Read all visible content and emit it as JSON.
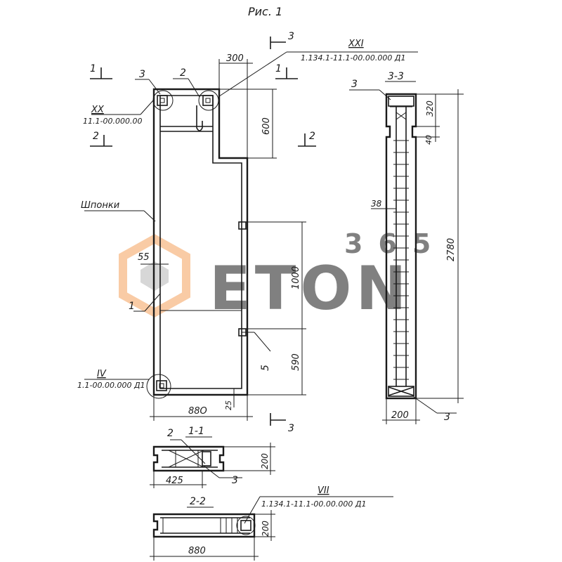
{
  "title": "Рис. 1",
  "cut_labels": {
    "cut1": "1",
    "cut2": "2",
    "cut3": "3"
  },
  "refs": {
    "xxi_mark": "XXI",
    "xxi_code": "1.134.1-11.1-00.00.000 Д1",
    "xx_mark": "XX",
    "xx_code": "11.1-00.000.00",
    "iv_mark": "IV",
    "iv_code": "1.1-00.00.000 Д1",
    "vii_mark": "VII",
    "vii_code": "1.134.1-11.1-00.00.000 Д1"
  },
  "callouts": {
    "c3_top": "3",
    "c2_top": "2",
    "c_keys": "Шпонки",
    "c1": "1",
    "c5": "5",
    "c3_section": "3",
    "c3_bottom": "3",
    "c2_s11": "2",
    "c3_s11": "3"
  },
  "dimensions": {
    "d300": "300",
    "d600": "600",
    "d55": "55",
    "d1000": "1000",
    "d590": "590",
    "d880": "88О",
    "d25": "25",
    "d320": "320",
    "d40": "40",
    "d38": "38",
    "d2780": "2780",
    "d200_section": "200",
    "d425": "425",
    "d200_s11": "200",
    "d880_s22": "880",
    "d200_s22": "200"
  },
  "section_titles": {
    "s33": "3-3",
    "s11": "1-1",
    "s22": "2-2"
  },
  "watermark": {
    "brand": "ETON",
    "number": "365",
    "accent_color": "#f5a25d",
    "gray_color": "#b8b8b8"
  }
}
